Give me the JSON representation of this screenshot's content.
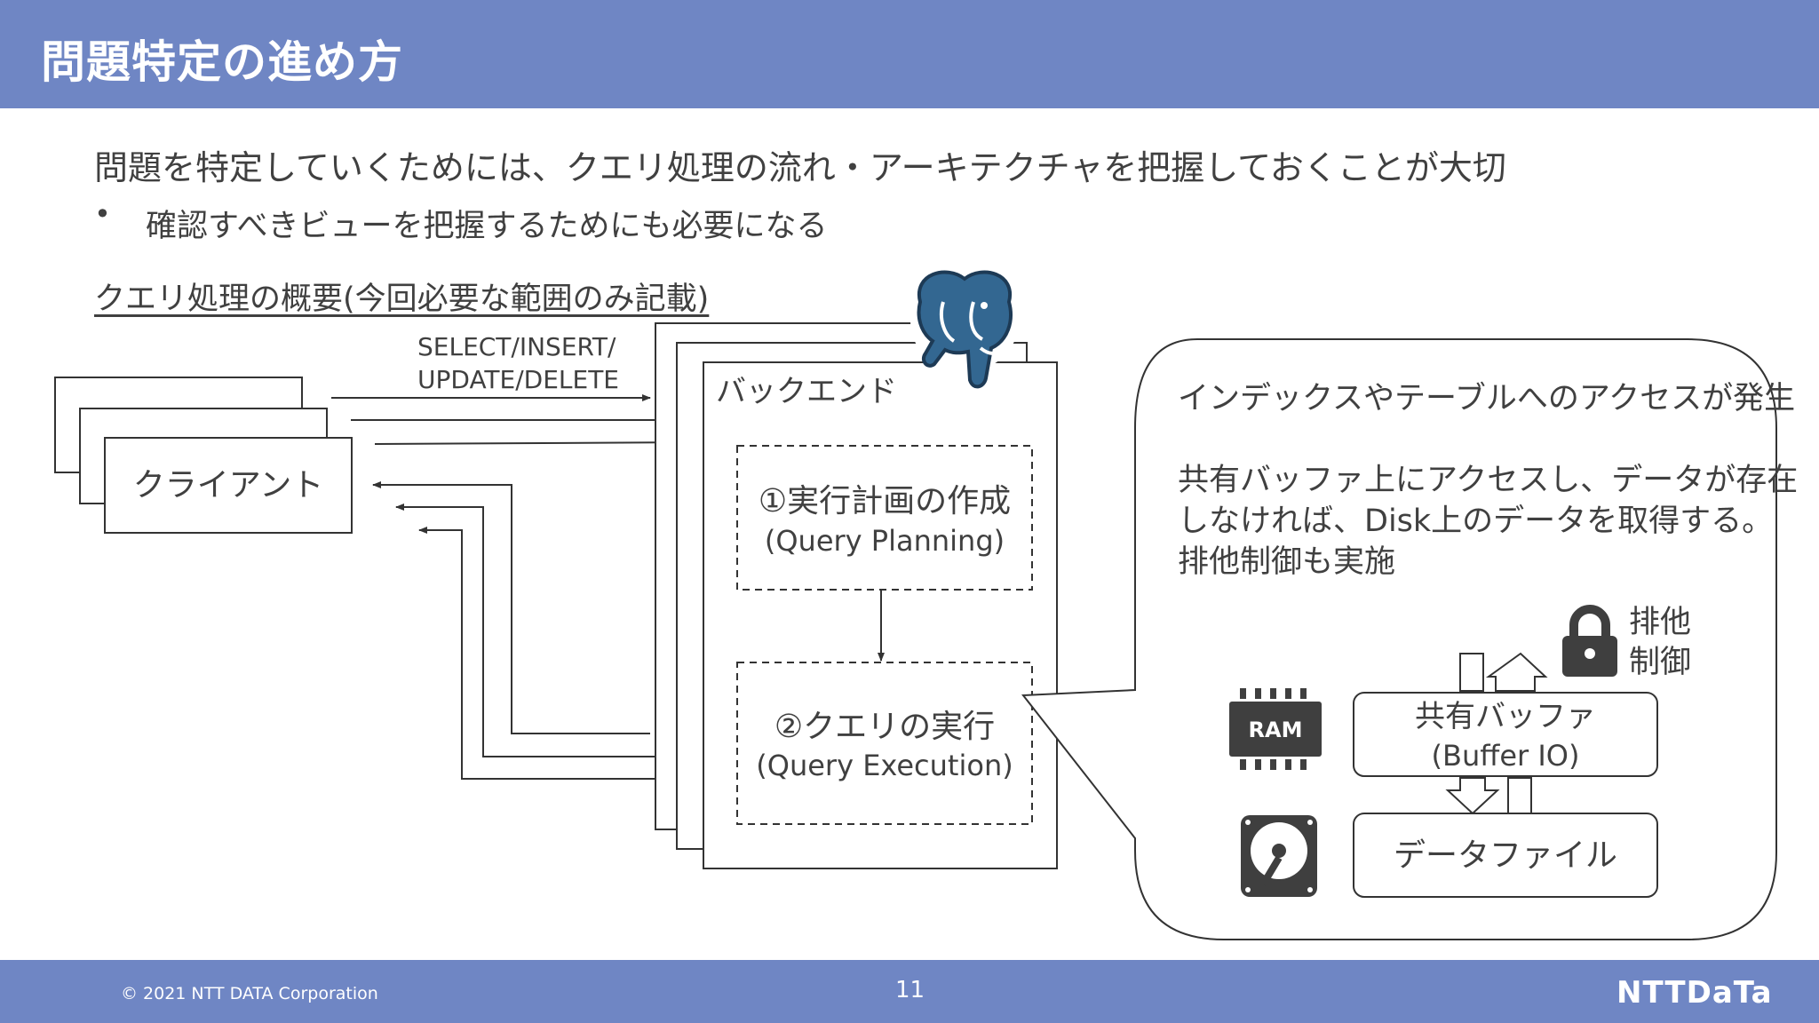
{
  "slide": {
    "title": "問題特定の進め方",
    "lead": "問題を特定していくためには、クエリ処理の流れ・アーキテクチャを把握しておくことが大切",
    "bullet": "確認すべきビューを把握するためにも必要になる",
    "subhead": "クエリ処理の概要(今回必要な範囲のみ記載)"
  },
  "diagram": {
    "client_label": "クライアント",
    "request_label_line1": "SELECT/INSERT/",
    "request_label_line2": "UPDATE/DELETE",
    "backend_label": "バックエンド",
    "step1_line1": "①実行計画の作成",
    "step1_line2": "(Query Planning)",
    "step2_line1": "②クエリの実行",
    "step2_line2": "(Query Execution)",
    "callout_line1": "インデックスやテーブルへのアクセスが発生",
    "callout_line2": "共有バッファ上にアクセスし、データが存在",
    "callout_line3": "しなければ、Disk上のデータを取得する。",
    "callout_line4": "排他制御も実施",
    "lock_line1": "排他",
    "lock_line2": "制御",
    "ram_label": "RAM",
    "buffer_line1": "共有バッファ",
    "buffer_line2": "(Buffer IO)",
    "datafile_label": "データファイル"
  },
  "footer": {
    "copyright": "© 2021 NTT DATA Corporation",
    "page_number": "11",
    "logo": "NTTDaTa"
  },
  "colors": {
    "header_bar": "#6f86c4",
    "footer_bar": "#6f86c4",
    "postgres_blue": "#336791",
    "icon_dark": "#3f3f3f"
  },
  "icons": [
    "postgresql-elephant-icon",
    "lock-icon",
    "ram-chip-icon",
    "hard-disk-icon"
  ]
}
